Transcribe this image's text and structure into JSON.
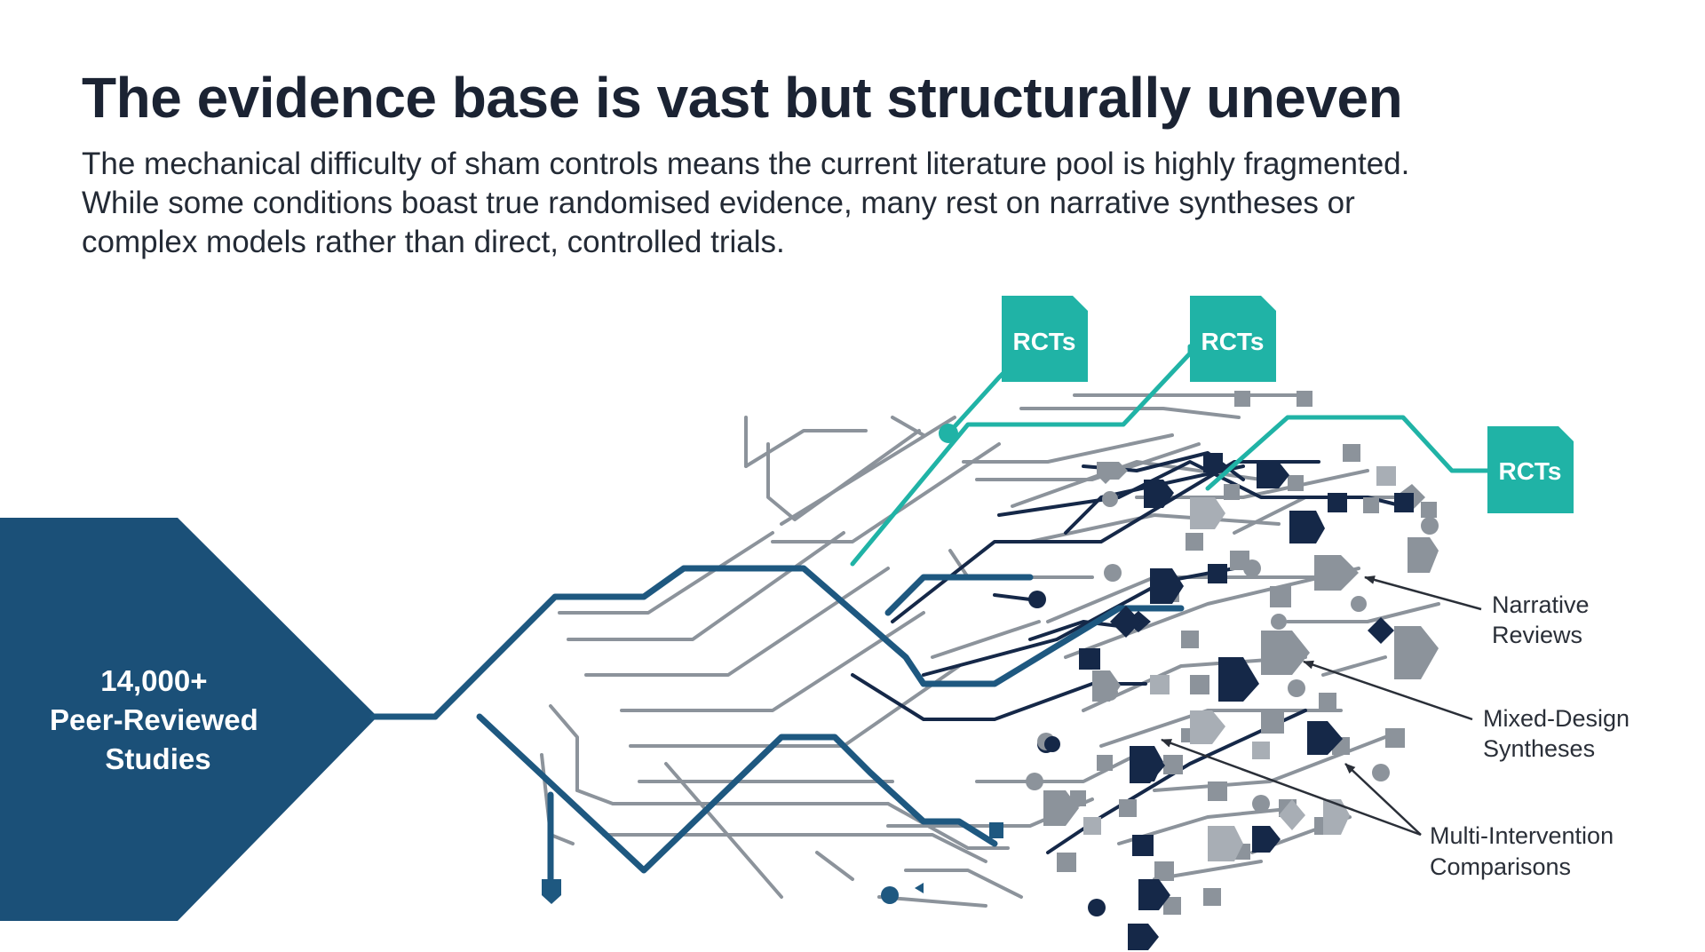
{
  "title": "The evidence base is vast but structurally uneven",
  "subtitle_lines": [
    "The mechanical difficulty of sham controls means the current literature pool is highly fragmented.",
    "While some conditions boast true randomised evidence, many rest on narrative syntheses or",
    "complex models rather than direct, controlled trials."
  ],
  "hub": {
    "lines": [
      "14,000+",
      "Peer-Reviewed",
      "Studies"
    ]
  },
  "rct_badges": [
    {
      "label": "RCTs"
    },
    {
      "label": "RCTs"
    },
    {
      "label": "RCTs"
    }
  ],
  "callouts": [
    {
      "lines": [
        "Narrative",
        "Reviews"
      ]
    },
    {
      "lines": [
        "Mixed-Design",
        "Syntheses"
      ]
    },
    {
      "lines": [
        "Multi-Intervention",
        "Comparisons"
      ]
    }
  ],
  "colors": {
    "hub": "#1b5078",
    "trunk": "#1e5880",
    "teal": "#20b3a6",
    "navy": "#152848",
    "gray": "#8c939b",
    "light_gray": "#a8aeb5"
  }
}
